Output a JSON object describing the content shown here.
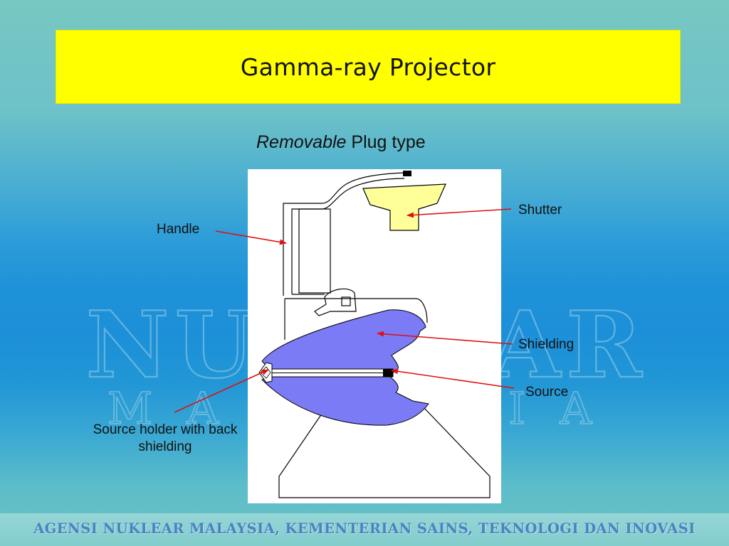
{
  "slide": {
    "title": "Gamma-ray Projector",
    "subtitle_emphasis": "Removable",
    "subtitle_rest": " Plug type",
    "watermark_top": "NUKLEAR",
    "watermark_bottom": "MALAYSIA",
    "footer": "AGENSI NUKLEAR MALAYSIA, KEMENTERIAN SAINS, TEKNOLOGI DAN INOVASI"
  },
  "diagram": {
    "labels": {
      "shutter": "Shutter",
      "handle": "Handle",
      "shielding": "Shielding",
      "source": "Source",
      "source_holder": "Source holder with back shielding"
    },
    "colors": {
      "shutter_fill": "#ffff99",
      "shielding_fill": "#7b7bf5",
      "outline": "#000000",
      "arrow": "#e01010",
      "title_box": "#ffff00",
      "footer_text": "#4c82c2"
    }
  }
}
